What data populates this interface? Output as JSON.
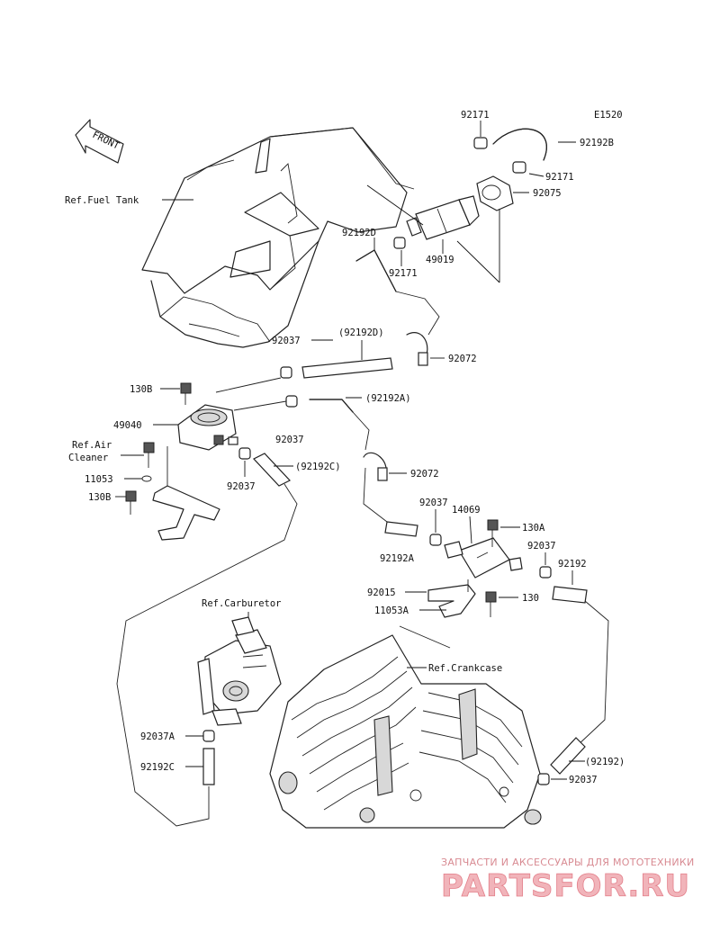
{
  "diagram_code": "E1520",
  "front_label": "FRONT",
  "refs": {
    "fuel_tank": "Ref.Fuel Tank",
    "air_cleaner_1": "Ref.Air",
    "air_cleaner_2": "Cleaner",
    "carburetor": "Ref.Carburetor",
    "crankcase": "Ref.Crankcase"
  },
  "parts": {
    "p92171_top": "92171",
    "p92192B": "92192B",
    "p92171_right": "92171",
    "p92075": "92075",
    "p92192D": "92192D",
    "p92171_mid": "92171",
    "p49019": "49019",
    "p92037_a": "92037",
    "p92192D_paren": "(92192D)",
    "p92072_top": "92072",
    "p130B_top": "130B",
    "p92192A_paren": "(92192A)",
    "p49040": "49040",
    "p92037_b": "92037",
    "p11053": "11053",
    "p92037_c": "92037",
    "p92192C_paren": "(92192C)",
    "p130B_bottom": "130B",
    "p92072_mid": "92072",
    "p92037_d": "92037",
    "p14069": "14069",
    "p130A": "130A",
    "p92192A": "92192A",
    "p92037_e": "92037",
    "p92192": "92192",
    "p92015": "92015",
    "p130": "130",
    "p11053A": "11053A",
    "p92037A": "92037A",
    "p92192C": "92192C",
    "p92192_paren": "(92192)",
    "p92037_f": "92037"
  },
  "watermark": {
    "subtitle": "ЗАПЧАСТИ И АКСЕССУАРЫ ДЛЯ МОТОТЕХНИКИ",
    "brand": "PARTSFOR.RU"
  }
}
